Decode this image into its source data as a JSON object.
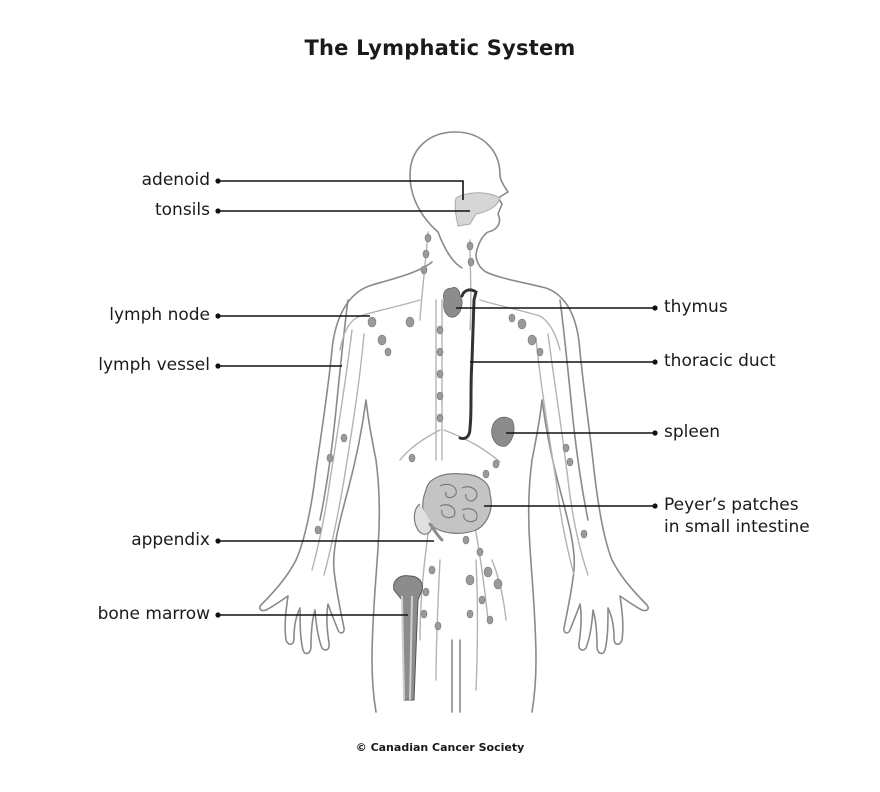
{
  "title": "The Lymphatic System",
  "labels": {
    "adenoid": "adenoid",
    "tonsils": "tonsils",
    "lymph_node": "lymph node",
    "lymph_vessel": "lymph vessel",
    "appendix": "appendix",
    "bone_marrow": "bone marrow",
    "thymus": "thymus",
    "thoracic_duct": "thoracic duct",
    "spleen": "spleen",
    "peyers_line1": "Peyer’s patches",
    "peyers_line2": "in small intestine"
  },
  "credit": "© Canadian Cancer Society",
  "colors": {
    "outline": "#8a8a8a",
    "vessel": "#b3b3b3",
    "node": "#9a9a9a",
    "organ": "#8c8c8c",
    "duct": "#333333",
    "leader": "#111111",
    "tonsil_fill": "#d6d6d6"
  }
}
